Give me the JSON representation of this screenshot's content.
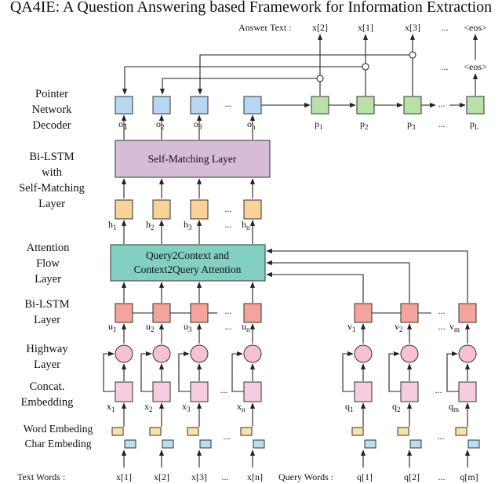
{
  "title": "QA4IE: A Question Answering based Framework for Information Extraction",
  "row_labels": {
    "pointer": [
      "Pointer",
      "Network",
      "Decoder"
    ],
    "bilstm_sm": [
      "Bi-LSTM",
      "with",
      "Self-Matching",
      "Layer"
    ],
    "attention": [
      "Attention",
      "Flow",
      "Layer"
    ],
    "bilstm": [
      "Bi-LSTM",
      "Layer"
    ],
    "highway": [
      "Highway",
      "Layer"
    ],
    "concat": [
      "Concat.",
      "Embedding"
    ],
    "word_emb": "Word Embeding",
    "char_emb": "Char Embeding"
  },
  "answer_text_label": "Answer Text :",
  "answer_tokens": [
    "x[2]",
    "x[1]",
    "x[3]",
    "...",
    "<eos>"
  ],
  "eos_lower": "<eos>",
  "dots": "...",
  "self_matching_label": "Self-Matching Layer",
  "attention_label": [
    "Query2Context and",
    "Context2Query Attention"
  ],
  "text_words_label": "Text Words :",
  "query_words_label": "Query Words :",
  "text_words": [
    "x[1]",
    "x[2]",
    "x[3]",
    "x[n]"
  ],
  "query_words": [
    "q[1]",
    "q[2]",
    "q[m]"
  ],
  "o_labels": [
    [
      "o",
      "1"
    ],
    [
      "o",
      "2"
    ],
    [
      "o",
      "3"
    ],
    [
      "o",
      "n"
    ]
  ],
  "p_labels": [
    [
      "p",
      "1"
    ],
    [
      "p",
      "2"
    ],
    [
      "p",
      "3"
    ],
    [
      "p",
      "L"
    ]
  ],
  "h_labels": [
    [
      "h",
      "1"
    ],
    [
      "h",
      "2"
    ],
    [
      "h",
      "3"
    ],
    [
      "h",
      "n"
    ]
  ],
  "u_labels": [
    [
      "u",
      "1"
    ],
    [
      "u",
      "2"
    ],
    [
      "u",
      "3"
    ],
    [
      "u",
      "n"
    ]
  ],
  "v_labels": [
    [
      "v",
      "1"
    ],
    [
      "v",
      "2"
    ],
    [
      "v",
      "m"
    ]
  ],
  "x_labels": [
    [
      "x",
      "1"
    ],
    [
      "x",
      "2"
    ],
    [
      "x",
      "3"
    ],
    [
      "x",
      "n"
    ]
  ],
  "q_labels": [
    [
      "q",
      "1"
    ],
    [
      "q",
      "2"
    ],
    [
      "q",
      "m"
    ]
  ],
  "colors": {
    "pointer_o": "#b9d7f0",
    "pointer_p": "#b9e0a8",
    "hidden_h": "#f9d29a",
    "bilstm": "#f4a49c",
    "highway": "#f7c1cf",
    "concat": "#f6cce0",
    "word_emb": "#f9e2a2",
    "char_emb": "#b7dff0",
    "self_matching": "#d7bcd7",
    "attention": "#83cfc2"
  }
}
